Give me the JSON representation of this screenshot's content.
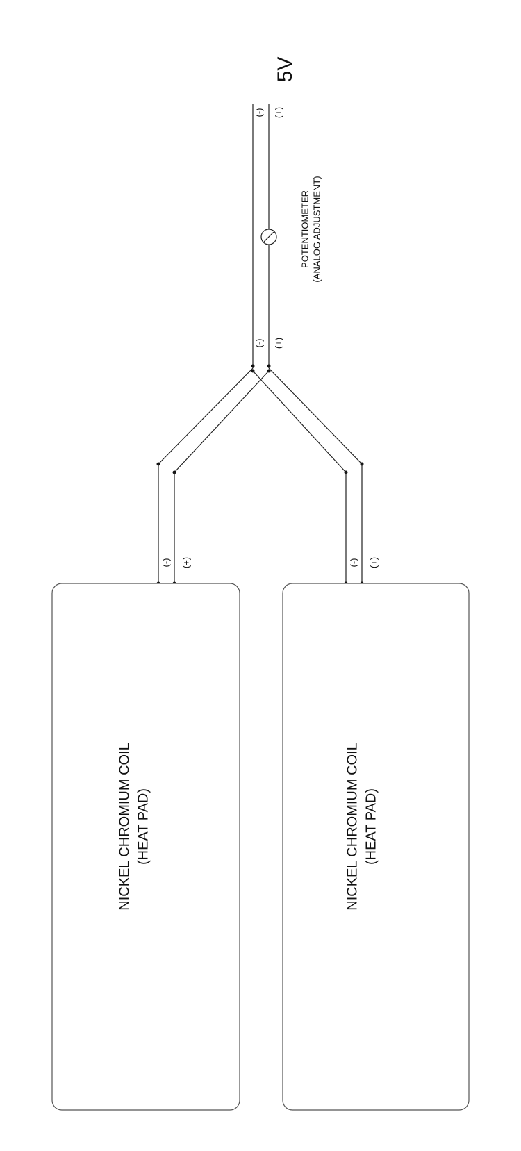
{
  "supply": {
    "voltage": "5V",
    "neg": "(-)",
    "pos": "(+)"
  },
  "pot": {
    "line1": "POTENTIOMETER",
    "line2": "(ANALOG ADJUSTMENT)"
  },
  "junction": {
    "neg": "(-)",
    "pos": "(+)"
  },
  "pads": [
    {
      "line1": "NICKEL CHROMIUM COIL",
      "line2": "(HEAT PAD)",
      "neg": "(-)",
      "pos": "(+)"
    },
    {
      "line1": "NICKEL CHROMIUM COIL",
      "line2": "(HEAT PAD)",
      "neg": "(-)",
      "pos": "(+)"
    }
  ],
  "colors": {
    "wire": "#222222",
    "outline": "#555555",
    "text": "#111111"
  }
}
